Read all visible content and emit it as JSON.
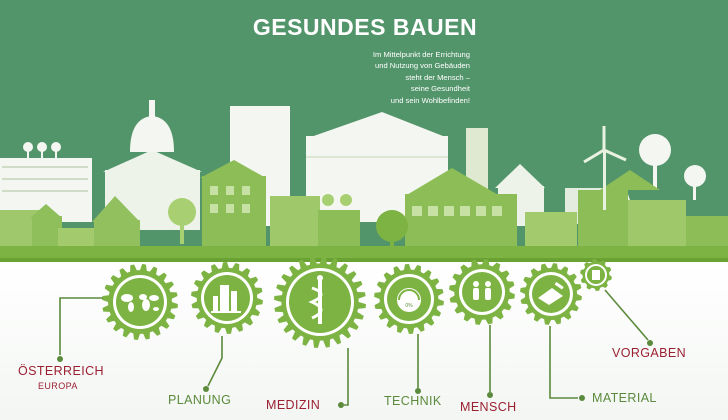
{
  "header": {
    "title": "GESUNDES BAUEN",
    "tagline_lines": [
      "Im Mittelpunkt der Errichtung",
      "und Nutzung von Gebäuden",
      "steht der Mensch –",
      "seine Gesundheit",
      "und sein Wohlbefinden!"
    ]
  },
  "gears": [
    {
      "label": "ÖSTERREICH",
      "sublabel": "EUROPA",
      "icon": "world-map-icon",
      "label_color": "#9b2032"
    },
    {
      "label": "PLANUNG",
      "icon": "building-plan-icon",
      "label_color": "#5b8a3c"
    },
    {
      "label": "MEDIZIN",
      "icon": "caduceus-icon",
      "label_color": "#9b2032"
    },
    {
      "label": "TECHNIK",
      "icon": "meter-icon",
      "label_color": "#5b8a3c"
    },
    {
      "label": "MENSCH",
      "icon": "people-icon",
      "label_color": "#9b2032"
    },
    {
      "label": "MATERIAL",
      "icon": "trowel-icon",
      "label_color": "#5b8a3c"
    },
    {
      "label": "VORGABEN",
      "icon": "document-icon",
      "label_color": "#9b2032"
    }
  ],
  "meter_text": "0%",
  "colors": {
    "background_green": "#53956b",
    "gear_green": "#7cb342",
    "label_red": "#9b2032",
    "label_green": "#5b8a3c"
  }
}
